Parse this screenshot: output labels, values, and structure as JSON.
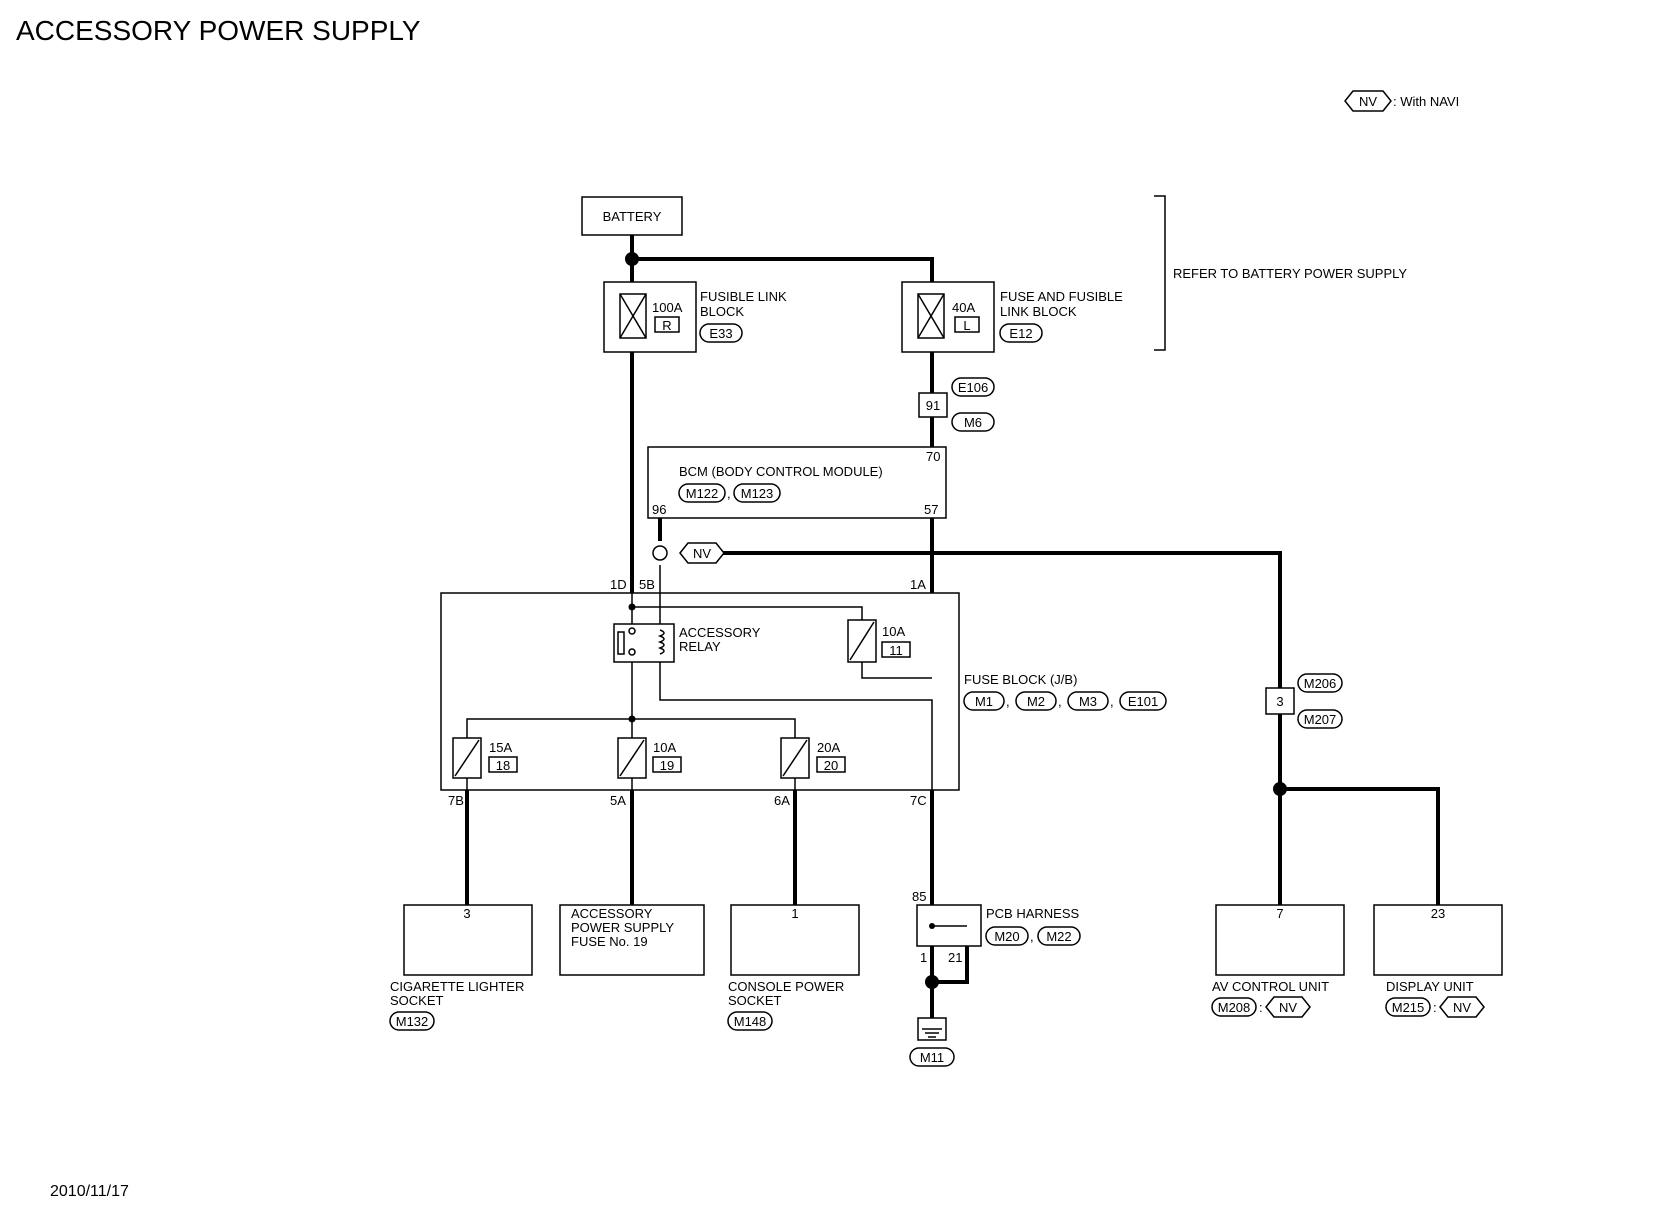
{
  "title": "ACCESSORY POWER SUPPLY",
  "date": "2010/11/17",
  "legend": {
    "symbol": "NV",
    "text": ": With NAVI"
  },
  "refer_note": "REFER TO BATTERY POWER SUPPLY",
  "battery": "BATTERY",
  "fusible_link_block": {
    "line1": "FUSIBLE LINK",
    "line2": "BLOCK",
    "rating": "100A",
    "letter": "R",
    "connector": "E33"
  },
  "fuse_fusible_link_block": {
    "line1": "FUSE AND FUSIBLE",
    "line2": "LINK BLOCK",
    "rating": "40A",
    "letter": "L",
    "connector": "E12"
  },
  "joint_e106": {
    "terminal": "91",
    "top": "E106",
    "bottom": "M6"
  },
  "bcm": {
    "label": "BCM (BODY CONTROL MODULE)",
    "conn1": "M122",
    "conn2": "M123",
    "sep": ",",
    "pin_in": "70",
    "pin_left": "96",
    "pin_right": "57"
  },
  "nv_tag": "NV",
  "fuse_block": {
    "label": "FUSE BLOCK (J/B)",
    "connectors": [
      "M1",
      "M2",
      "M3",
      "E101"
    ],
    "sep": ",",
    "pins_top": [
      "1D",
      "5B",
      "1A"
    ],
    "pins_bottom": [
      "7B",
      "5A",
      "6A",
      "7C"
    ],
    "relay_line1": "ACCESSORY",
    "relay_line2": "RELAY",
    "fuse_top": {
      "rating": "10A",
      "no": "11"
    },
    "fuses": [
      {
        "rating": "15A",
        "no": "18"
      },
      {
        "rating": "10A",
        "no": "19"
      },
      {
        "rating": "20A",
        "no": "20"
      }
    ]
  },
  "joint_m206": {
    "terminal": "3",
    "top": "M206",
    "bottom": "M207"
  },
  "loads": {
    "cigarette": {
      "pin": "3",
      "line1": "CIGARETTE LIGHTER",
      "line2": "SOCKET",
      "connector": "M132"
    },
    "accessory_fuse": {
      "line1": "ACCESSORY",
      "line2": "POWER SUPPLY",
      "line3": "FUSE No. 19"
    },
    "console": {
      "pin": "1",
      "line1": "CONSOLE POWER",
      "line2": "SOCKET",
      "connector": "M148"
    },
    "pcb": {
      "pin_top": "85",
      "label": "PCB HARNESS",
      "conn1": "M20",
      "conn2": "M22",
      "sep": ",",
      "pin1": "1",
      "pin2": "21"
    },
    "ground": "M11",
    "av_control": {
      "pin": "7",
      "label": "AV CONTROL UNIT",
      "connector": "M208",
      "sep": ":",
      "nv": "NV"
    },
    "display": {
      "pin": "23",
      "label": "DISPLAY UNIT",
      "connector": "M215",
      "sep": ":",
      "nv": "NV"
    }
  }
}
